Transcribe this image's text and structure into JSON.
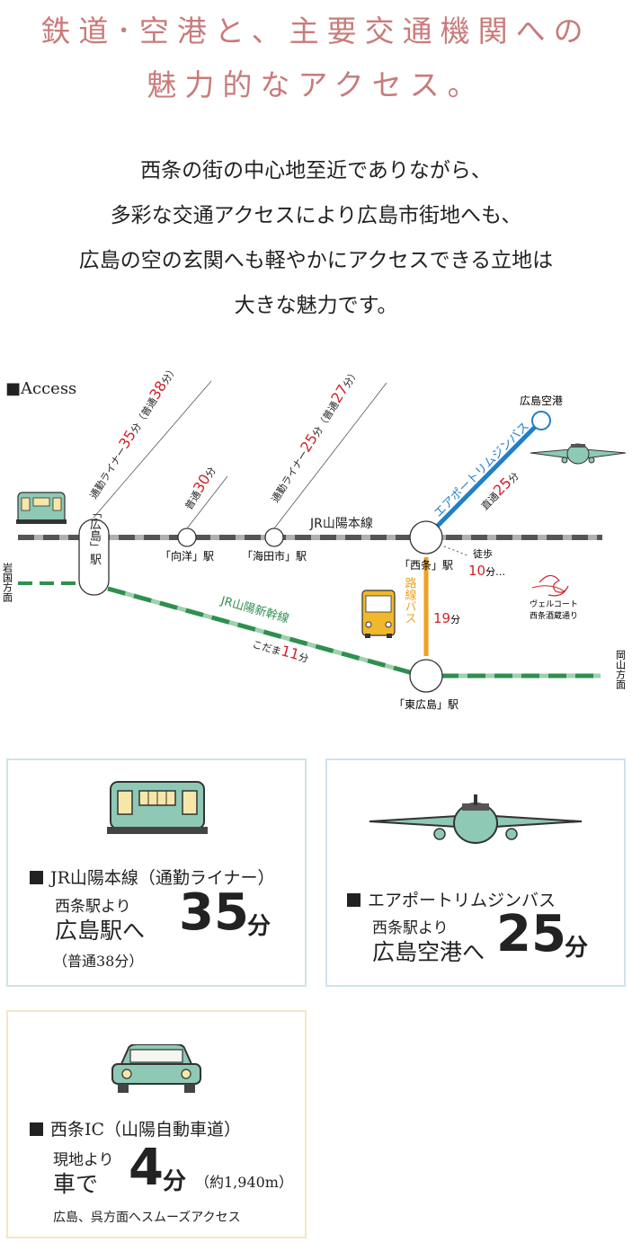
{
  "heading": {
    "line1": "鉄道･空港と、主要交通機関への",
    "line2": "魅力的なアクセス。"
  },
  "lead": {
    "line1": "西条の街の中心地至近でありながら、",
    "line2": "多彩な交通アクセスにより広島市街地へも、",
    "line3": "広島の空の玄関へも軽やかにアクセスできる立地は",
    "line4": "大きな魅力です。"
  },
  "map": {
    "title": "■Access",
    "line_jr_main": "JR山陽本線",
    "line_shinkansen": "JR山陽新幹線",
    "stations": {
      "hiroshima": "「広島」駅",
      "mukainada": "「向洋」駅",
      "kaitaichi": "「海田市」駅",
      "saijo": "「西条」駅",
      "higashihiroshima": "「東広島」駅",
      "airport": "広島空港"
    },
    "annotations": {
      "liner_hiroshima_prefix": "通勤ライナー",
      "liner_hiroshima_num": "35",
      "liner_hiroshima_unit": "分（普通",
      "liner_hiroshima_num2": "38",
      "liner_hiroshima_unit2": "分）",
      "futsu_prefix": "普通",
      "futsu_num": "30",
      "futsu_unit": "分",
      "liner_kaita_prefix": "通勤ライナー",
      "liner_kaita_num": "25",
      "liner_kaita_unit": "分（普通",
      "liner_kaita_num2": "27",
      "liner_kaita_unit2": "分）",
      "airport_bus": "エアポートリムジンバス",
      "direct_prefix": "直通",
      "direct_num": "25",
      "direct_unit": "分",
      "walk_prefix": "徒歩",
      "walk_num": "10",
      "walk_unit": "分",
      "route_bus": "路線バス",
      "route_bus_num": "19",
      "route_bus_unit": "分",
      "kodama_prefix": "こだま",
      "kodama_num": "11",
      "kodama_unit": "分",
      "iwakuni": "岩国方面",
      "okayama": "岡山方面",
      "property_line1": "ヴェルコート",
      "property_line2": "西条酒蔵通り"
    }
  },
  "cards": [
    {
      "icon": "train-icon",
      "heading": "JR山陽本線（通勤ライナー）",
      "from": "西条駅より",
      "dest": "広島駅へ",
      "time": "35",
      "unit": "分",
      "note": "（普通38分）"
    },
    {
      "icon": "airplane-icon",
      "heading": "エアポートリムジンバス",
      "from": "西条駅より",
      "dest": "広島空港へ",
      "time": "25",
      "unit": "分"
    },
    {
      "icon": "car-icon",
      "heading": "西条IC（山陽自動車道）",
      "from": "現地より",
      "dest": "車で",
      "time": "4",
      "unit": "分",
      "note": "（約1,940m）",
      "sub": "広島、呉方面へスムーズアクセス"
    }
  ],
  "colors": {
    "heading": "#c97b7b",
    "accent_red": "#d0232a",
    "jr_line": "#555555",
    "shinkansen": "#2f8f4e",
    "airport_bus": "#1f7fc9",
    "route_bus": "#f0a020",
    "vehicle_mint": "#8ec9b5"
  }
}
